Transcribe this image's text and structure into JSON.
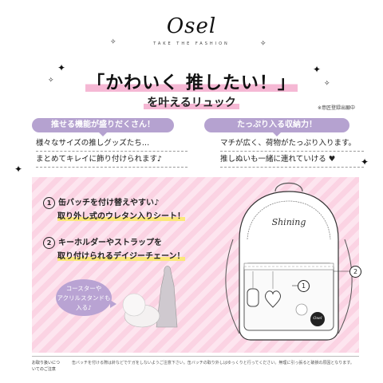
{
  "brand": {
    "logo": "Osel",
    "tagline": "TAKE THE FASHION"
  },
  "headline": "「かわいく 推したい！」",
  "subhead": "を叶えるリュック",
  "patent_note": "※意匠登録出願中",
  "features": {
    "left": {
      "title": "推せる機能が盛りだくさん！",
      "lines": [
        "様々なサイズの推しグッズたち…",
        "まとめてキレイに飾り付けられます♪"
      ]
    },
    "right": {
      "title": "たっぷり入る収納力！",
      "lines": [
        "マチが広く、荷物がたっぷり入ります。",
        "推しぬいも一緒に連れていける"
      ]
    }
  },
  "points": [
    {
      "num": "1",
      "line1": "缶バッチを付け替えやすい♪",
      "line2": "取り外し式のウレタン入りシート！"
    },
    {
      "num": "2",
      "line1": "キーホルダーやストラップを",
      "line2": "取り付けられるデイジーチェーン！"
    }
  ],
  "bubble": {
    "line1": "コースターや",
    "line2": "アクリルスタンドも",
    "line3": "入る♪"
  },
  "bag": {
    "label": "Shining",
    "logo": "Osel"
  },
  "callouts": [
    "1",
    "2"
  ],
  "footer": {
    "label": "お取り扱いについてのご注意",
    "text": "缶バッチを付ける際は針などでケガをしないようご注意下さい。缶バッチの取り外しはゆっくりと行ってください。無理に引っ張ると破損の原因となります。"
  }
}
